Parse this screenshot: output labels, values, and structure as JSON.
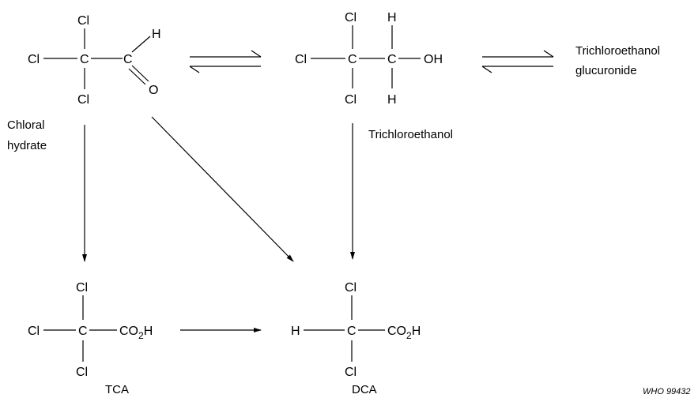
{
  "atoms": {
    "cl": "Cl",
    "c": "C",
    "h": "H",
    "o": "O",
    "oh": "OH",
    "co2h": "CO",
    "sub2": "2",
    "h_after": "H"
  },
  "labels": {
    "chloral_line1": "Chloral",
    "chloral_line2": "hydrate",
    "trichloroethanol": "Trichloroethanol",
    "glucuronide_line1": "Trichloroethanol",
    "glucuronide_line2": "glucuronide",
    "tca": "TCA",
    "dca": "DCA",
    "who_code": "WHO 99432"
  },
  "colors": {
    "ink": "#000000",
    "background": "#ffffff"
  }
}
